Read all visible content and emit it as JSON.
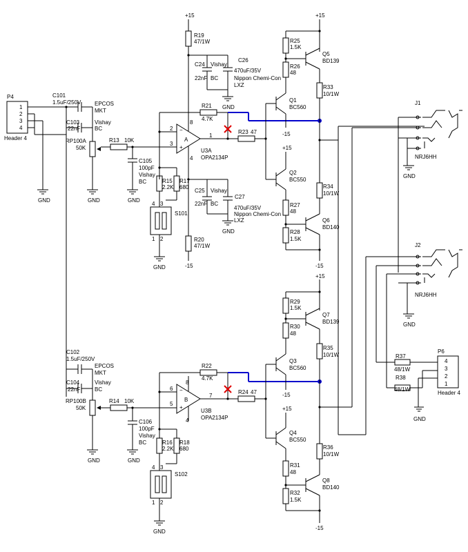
{
  "colors": {
    "wire": "#000000",
    "highlight_wire": "#0000cc",
    "cut_mark": "#e00000",
    "background": "#ffffff"
  },
  "rails": {
    "pos": "+15",
    "neg": "-15"
  },
  "ground_label": "GND",
  "connectors": {
    "p4": {
      "ref": "P4",
      "pins": [
        "1",
        "2",
        "3",
        "4"
      ],
      "type": "Header 4"
    },
    "p6": {
      "ref": "P6",
      "pins": [
        "4",
        "3",
        "2",
        "1"
      ],
      "type": "Header 4"
    },
    "j1": {
      "ref": "J1",
      "type": "NRJ6HH"
    },
    "j2": {
      "ref": "J2",
      "type": "NRJ6HH"
    }
  },
  "components": {
    "c101": {
      "ref": "C101",
      "value": "1.5uF/250V",
      "maker": "EPCOS",
      "series": "MKT"
    },
    "c103": {
      "ref": "C103",
      "value": "22nF",
      "maker": "Vishay",
      "series": "BC"
    },
    "c102": {
      "ref": "C102",
      "value": "1.5uF/250V",
      "maker": "EPCOS",
      "series": "MKT"
    },
    "c104": {
      "ref": "C104",
      "value": "22nF",
      "maker": "Vishay",
      "series": "BC"
    },
    "rp100a": {
      "ref": "RP100A",
      "value": "50K"
    },
    "rp100b": {
      "ref": "RP100B",
      "value": "50K"
    },
    "r13": {
      "ref": "R13",
      "value": "10K"
    },
    "r14": {
      "ref": "R14",
      "value": "10K"
    },
    "c105": {
      "ref": "C105",
      "value": "100pF",
      "maker": "Vishay",
      "series": "BC"
    },
    "c106": {
      "ref": "C106",
      "value": "100pF",
      "maker": "Vishay",
      "series": "BC"
    },
    "r15": {
      "ref": "R15",
      "value": "2.2K"
    },
    "r17": {
      "ref": "R17",
      "value": "680"
    },
    "r16": {
      "ref": "R16",
      "value": "2.2K"
    },
    "r18": {
      "ref": "R18",
      "value": "680"
    },
    "s101": {
      "ref": "S101",
      "pins": [
        "4",
        "3",
        "1",
        "2"
      ]
    },
    "s102": {
      "ref": "S102",
      "pins": [
        "4",
        "3",
        "1",
        "2"
      ]
    },
    "u3a": {
      "ref": "U3A",
      "part": "OPA2134P",
      "unit": "A",
      "pins": [
        "2",
        "3",
        "1",
        "8",
        "4"
      ]
    },
    "u3b": {
      "ref": "U3B",
      "part": "OPA2134P",
      "unit": "B",
      "pins": [
        "6",
        "5",
        "7",
        "8",
        "4"
      ]
    },
    "r19": {
      "ref": "R19",
      "value": "47/1W"
    },
    "r20": {
      "ref": "R20",
      "value": "47/1W"
    },
    "c24": {
      "ref": "C24",
      "value": "22nF",
      "maker": "Vishay",
      "series": "BC"
    },
    "c25": {
      "ref": "C25",
      "value": "22nF",
      "maker": "Vishay",
      "series": "BC"
    },
    "c26": {
      "ref": "C26",
      "value": "470uF/35V",
      "maker": "Nippon Chemi-Con",
      "series": "LXZ"
    },
    "c27": {
      "ref": "C27",
      "value": "470uF/35V",
      "maker": "Nippon Chemi-Con",
      "series": "LXZ"
    },
    "r21": {
      "ref": "R21",
      "value": "4.7K"
    },
    "r22": {
      "ref": "R22",
      "value": "4.7K"
    },
    "r23": {
      "ref": "R23",
      "value": "47"
    },
    "r24": {
      "ref": "R24",
      "value": "47"
    },
    "r25": {
      "ref": "R25",
      "value": "1.5K"
    },
    "r26": {
      "ref": "R26",
      "value": "48"
    },
    "r27": {
      "ref": "R27",
      "value": "48"
    },
    "r28": {
      "ref": "R28",
      "value": "1.5K"
    },
    "r29": {
      "ref": "R29",
      "value": "1.5K"
    },
    "r30": {
      "ref": "R30",
      "value": "48"
    },
    "r31": {
      "ref": "R31",
      "value": "48"
    },
    "r32": {
      "ref": "R32",
      "value": "1.5K"
    },
    "r33": {
      "ref": "R33",
      "value": "10/1W"
    },
    "r34": {
      "ref": "R34",
      "value": "10/1W"
    },
    "r35": {
      "ref": "R35",
      "value": "10/1W"
    },
    "r36": {
      "ref": "R36",
      "value": "10/1W"
    },
    "r37": {
      "ref": "R37",
      "value": "48/1W"
    },
    "r38": {
      "ref": "R38",
      "value": "48/1W"
    },
    "q1": {
      "ref": "Q1",
      "part": "BC560"
    },
    "q2": {
      "ref": "Q2",
      "part": "BC550"
    },
    "q3": {
      "ref": "Q3",
      "part": "BC560"
    },
    "q4": {
      "ref": "Q4",
      "part": "BC550"
    },
    "q5": {
      "ref": "Q5",
      "part": "BD139"
    },
    "q6": {
      "ref": "Q6",
      "part": "BD140"
    },
    "q7": {
      "ref": "Q7",
      "part": "BD139"
    },
    "q8": {
      "ref": "Q8",
      "part": "BD140"
    }
  }
}
